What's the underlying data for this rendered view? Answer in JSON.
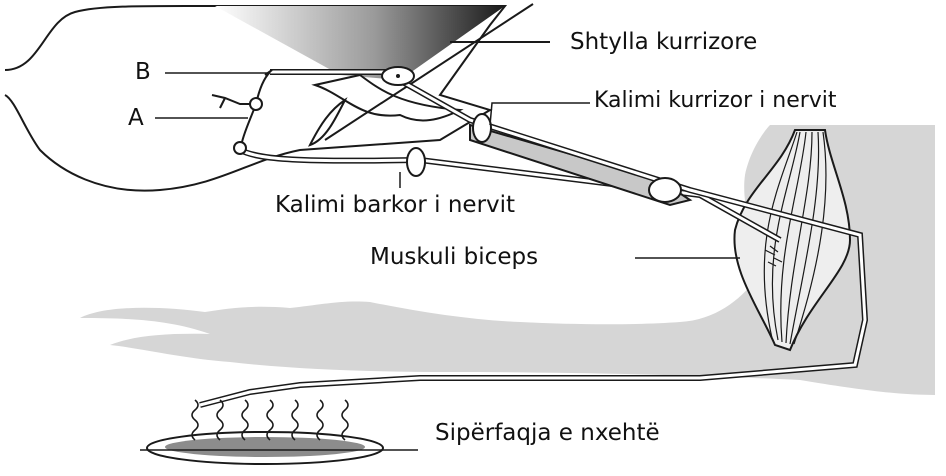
{
  "labels": {
    "spine": "Shtylla kurrizore",
    "letter_b": "B",
    "letter_a": "A",
    "dorsal_root": "Kalimi kurrizor i nervit",
    "ventral_root": "Kalimi barkor i nervit",
    "biceps": "Muskuli biceps",
    "hot_surface": "Sipërfaqja e nxehtë"
  },
  "colors": {
    "background": "#ffffff",
    "arm_fill": "#d6d6d6",
    "line": "#1a1a1a",
    "nerve_fill": "#c8c8c8",
    "spine_gradient_dark": "#1a1a1a"
  }
}
